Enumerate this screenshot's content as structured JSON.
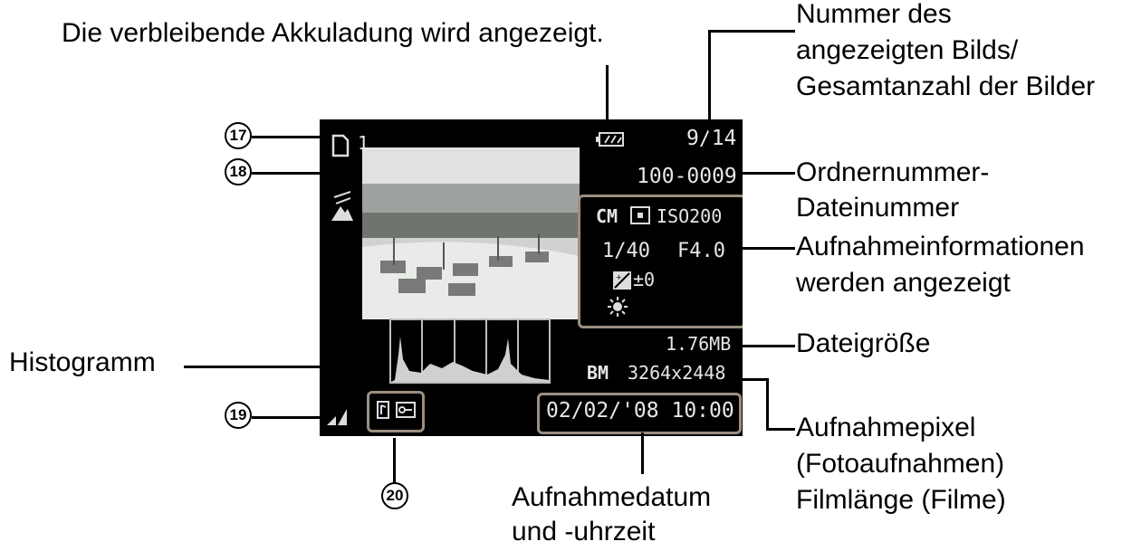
{
  "callouts": {
    "battery": "Die verbleibende Akkuladung wird angezeigt.",
    "image_number": [
      "Nummer des",
      "angezeigten Bilds/",
      "Gesamtanzahl der Bilder"
    ],
    "folder_file": [
      "Ordnernummer-",
      "Dateinummer"
    ],
    "shooting_info": [
      "Aufnahmeinformationen",
      "werden angezeigt"
    ],
    "file_size": "Dateigröße",
    "histogram": "Histogramm",
    "pixels": [
      "Aufnahmepixel",
      "(Fotoaufnahmen)",
      "Filmlänge (Filme)"
    ],
    "date_time": [
      "Aufnahmedatum",
      "und -uhrzeit"
    ]
  },
  "numbers": {
    "n17": "17",
    "n18": "18",
    "n19": "19",
    "n20": "20"
  },
  "screen": {
    "print_count": "1",
    "image_counter": "9/14",
    "folder_file_number": "100-0009",
    "mode": "CM",
    "iso": "ISO200",
    "shutter": "1/40",
    "aperture": "F4.0",
    "exposure_comp": "±0",
    "file_size": "1.76MB",
    "resolution_code": "BM",
    "resolution": "3264x2448",
    "date_time": "02/02/'08 10:00"
  },
  "colors": {
    "frame": "#9c8f80",
    "osd_text": "#e6e6e6"
  }
}
